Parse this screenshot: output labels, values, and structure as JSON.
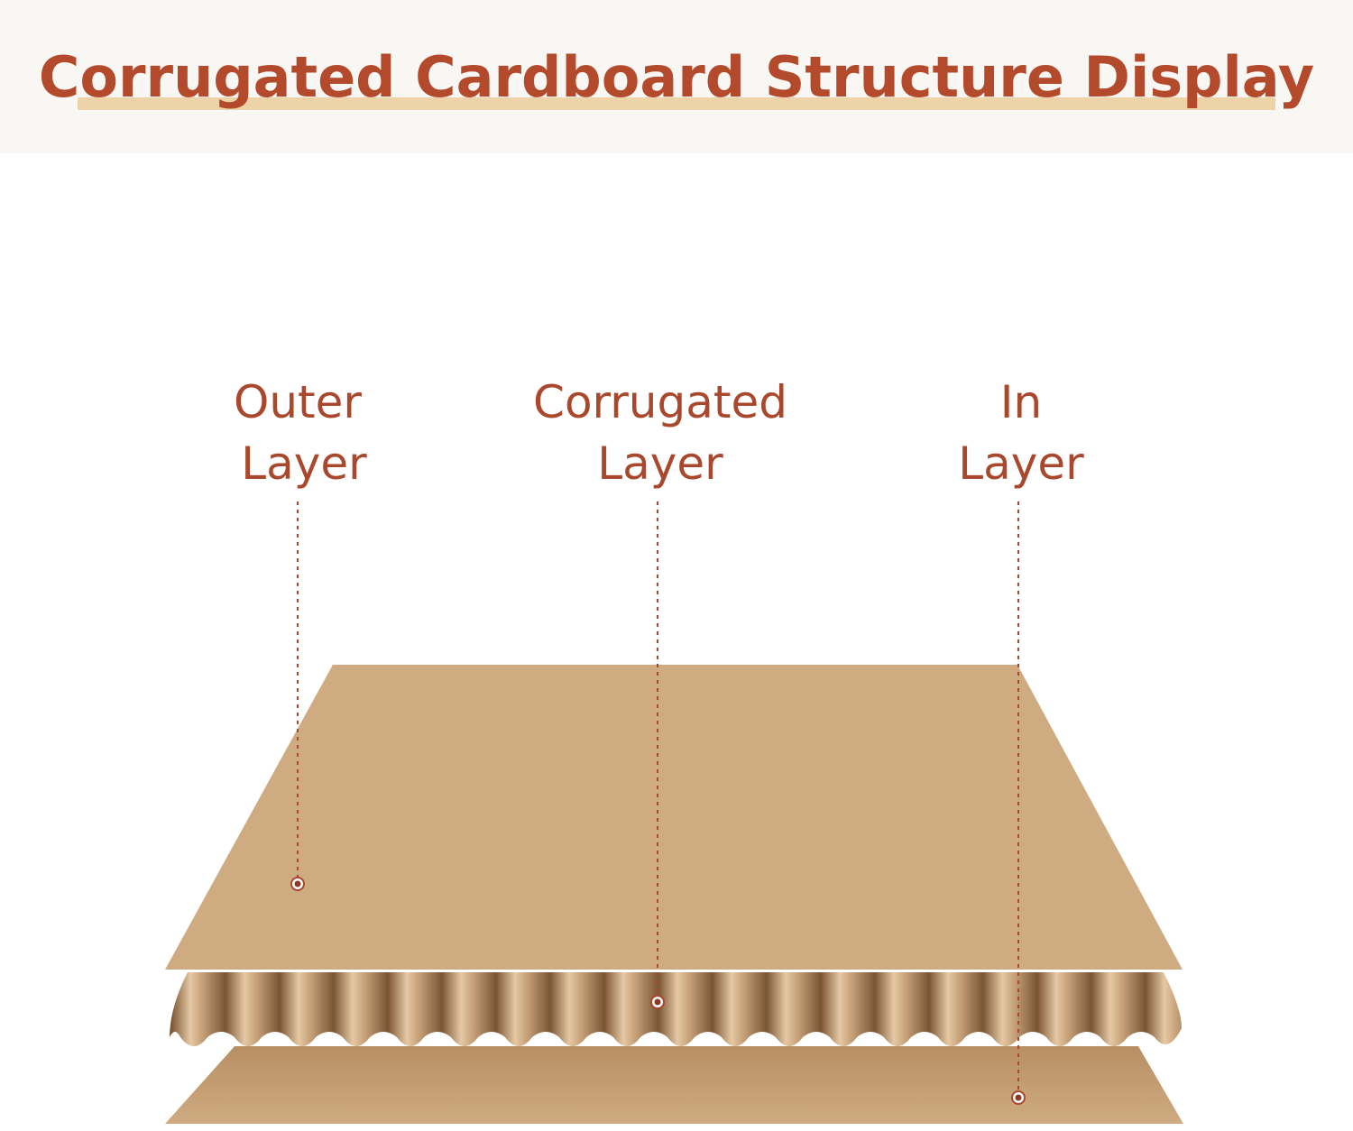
{
  "title": "Corrugated Cardboard Structure Display",
  "labels": [
    {
      "line1": "Outer",
      "line2": "Layer"
    },
    {
      "line1": "Corrugated",
      "line2": "Layer"
    },
    {
      "line1": "In",
      "line2": "Layer"
    }
  ],
  "colors": {
    "title": "#b34a2c",
    "label": "#a9482d",
    "title_underline": "#efd3a8",
    "header_background": "#f8f7f4",
    "outer_layer": "#cfab82",
    "inner_layer": "#c8a277",
    "flute_dark": "#7a5534",
    "flute_light": "#e6c9a4",
    "leader_line": "#a9482d"
  }
}
